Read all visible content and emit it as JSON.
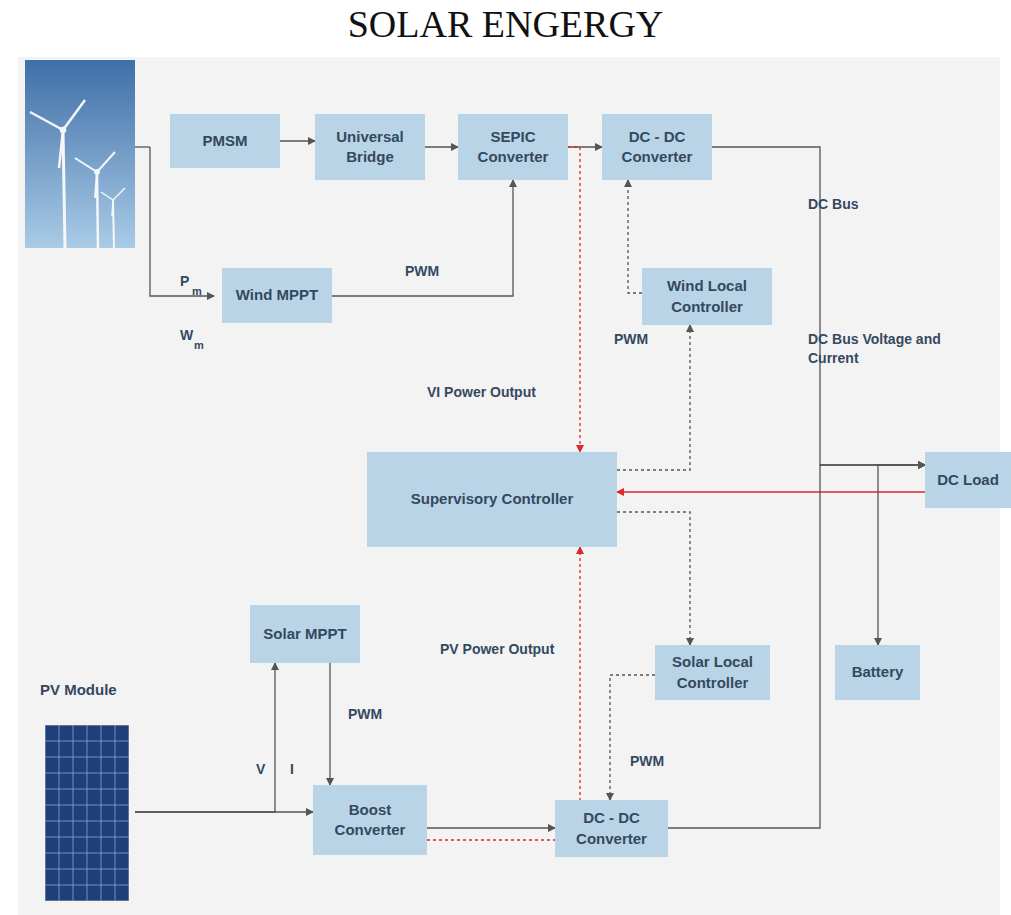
{
  "diagram": {
    "title": "SOLAR ENGERGY",
    "nodes": [
      {
        "text": [
          "PMSM"
        ]
      },
      {
        "text": [
          "Universal Bridge"
        ]
      },
      {
        "text": [
          "SEPIC Converter"
        ]
      },
      {
        "text": [
          "DC - DC Converter"
        ]
      },
      {
        "text": [
          "Wind MPPT"
        ]
      },
      {
        "text": [
          "Wind Local Controller"
        ]
      },
      {
        "text": [
          "DC Load"
        ]
      },
      {
        "text": [
          "Supervisory Controller"
        ]
      },
      {
        "text": [
          "PV Module"
        ]
      },
      {
        "text": [
          "Solar MPPT"
        ]
      },
      {
        "text": [
          "Solar Local Controller"
        ]
      },
      {
        "text": [
          "Battery"
        ]
      },
      {
        "text": [
          "Boost Converter"
        ]
      },
      {
        "text": [
          "DC - DC Converter"
        ]
      }
    ],
    "edges": [
      {
        "from": 0,
        "to": 1,
        "arrow": "to"
      },
      {
        "from": 1,
        "to": 2,
        "arrow": "to"
      },
      {
        "from": 2,
        "to": 3,
        "arrow": "to"
      },
      {
        "from": 4,
        "to": 2,
        "label": "PWM",
        "arrow": "to"
      },
      {
        "from": 5,
        "to": 3,
        "arrow": "to"
      },
      {
        "from": 7,
        "to": 5,
        "arrow": "to"
      },
      {
        "from": 2,
        "to": 7,
        "label": "VI Power Output",
        "arrow": "to"
      },
      {
        "from": 3,
        "to": 6,
        "arrow": "to"
      },
      {
        "from": 11,
        "to": 6,
        "arrow": "both"
      },
      {
        "from": 6,
        "to": 7,
        "arrow": "to"
      },
      {
        "from": 7,
        "to": 10,
        "arrow": "to"
      },
      {
        "from": 8,
        "to": 12,
        "arrow": "to"
      },
      {
        "from": 8,
        "to": 9,
        "arrow": "to"
      },
      {
        "from": 9,
        "to": 12,
        "label": "PWM",
        "arrow": "to"
      },
      {
        "from": 10,
        "to": 13,
        "label": "PWM",
        "arrow": "to"
      },
      {
        "from": 12,
        "to": 13,
        "arrow": "to"
      },
      {
        "from": 12,
        "to": 7,
        "label": "PV Power Output",
        "arrow": "to"
      },
      {
        "from": 13,
        "to": 6,
        "arrow": "to"
      }
    ],
    "labels": [
      "P",
      "m",
      "W",
      "m",
      "PWM",
      "DC Bus",
      "DC Bus Voltage and Current",
      "V",
      "I"
    ]
  }
}
